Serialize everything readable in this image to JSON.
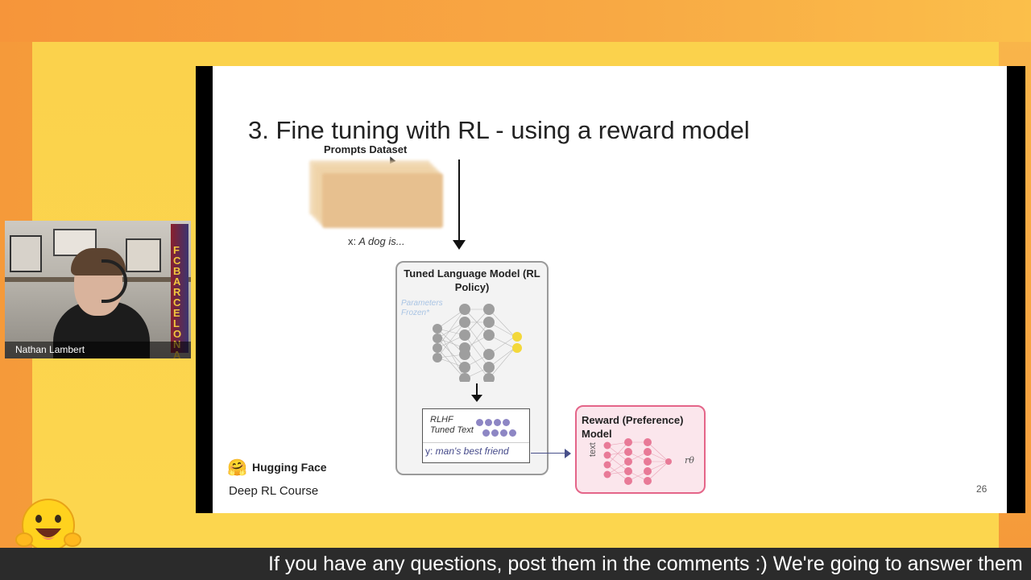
{
  "slide": {
    "title": "3. Fine tuning with RL - using a reward model",
    "prompts_dataset_label": "Prompts Dataset",
    "prompt_example_prefix": "x:",
    "prompt_example_text": " A dog is...",
    "policy_title": "Tuned Language Model (RL Policy)",
    "frozen_note": "Parameters Frozen*",
    "tuned_text_label_line1": "RLHF",
    "tuned_text_label_line2": "Tuned Text",
    "output_prefix": "y:",
    "output_text": " man's best friend",
    "reward_title": "Reward (Preference) Model",
    "reward_input_label": "text",
    "reward_output_label": "rθ",
    "brand_name": "Hugging Face",
    "brand_emoji": "🤗",
    "course_name": "Deep RL Course",
    "page_number": "26"
  },
  "webcam": {
    "participant_name": "Nathan Lambert",
    "banner_text": "FCBARCELONA"
  },
  "caption": {
    "text": "If you have any questions, post them in the comments :) We're going to answer them"
  },
  "colors": {
    "background_orange": "#f59a3a",
    "panel_yellow": "#fbd24c",
    "reward_border": "#e46589",
    "reward_fill": "#fbe6ec",
    "output_yellow": "#f3d83a",
    "token_purple": "#8d86c4"
  }
}
